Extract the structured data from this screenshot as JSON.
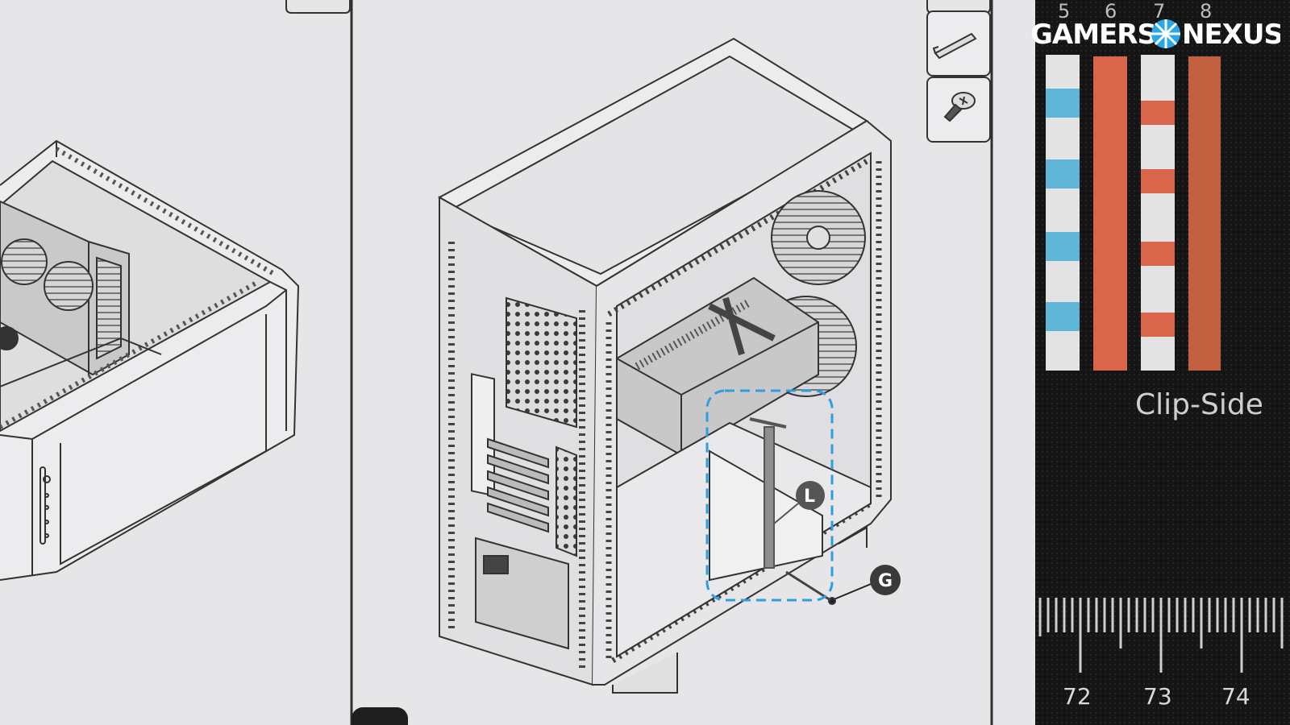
{
  "watermark": {
    "part1": "GAMERS",
    "part2": "NEXUS"
  },
  "manual": {
    "callouts": [
      {
        "letter": "L"
      },
      {
        "letter": "G"
      }
    ]
  },
  "connector": {
    "pin_numbers": [
      "5",
      "6",
      "7",
      "8"
    ],
    "label": "Clip-Side",
    "ruler_numbers": [
      "72",
      "73",
      "74"
    ],
    "colors": {
      "blue": "#5fb6d6",
      "orange": "#d9664a",
      "white": "#e3e3e3",
      "copper": "#c2603f"
    }
  },
  "colors": {
    "paper": "#e8e8ea",
    "line": "#3a3a3a",
    "dashed_box": "#2b9fe0"
  }
}
